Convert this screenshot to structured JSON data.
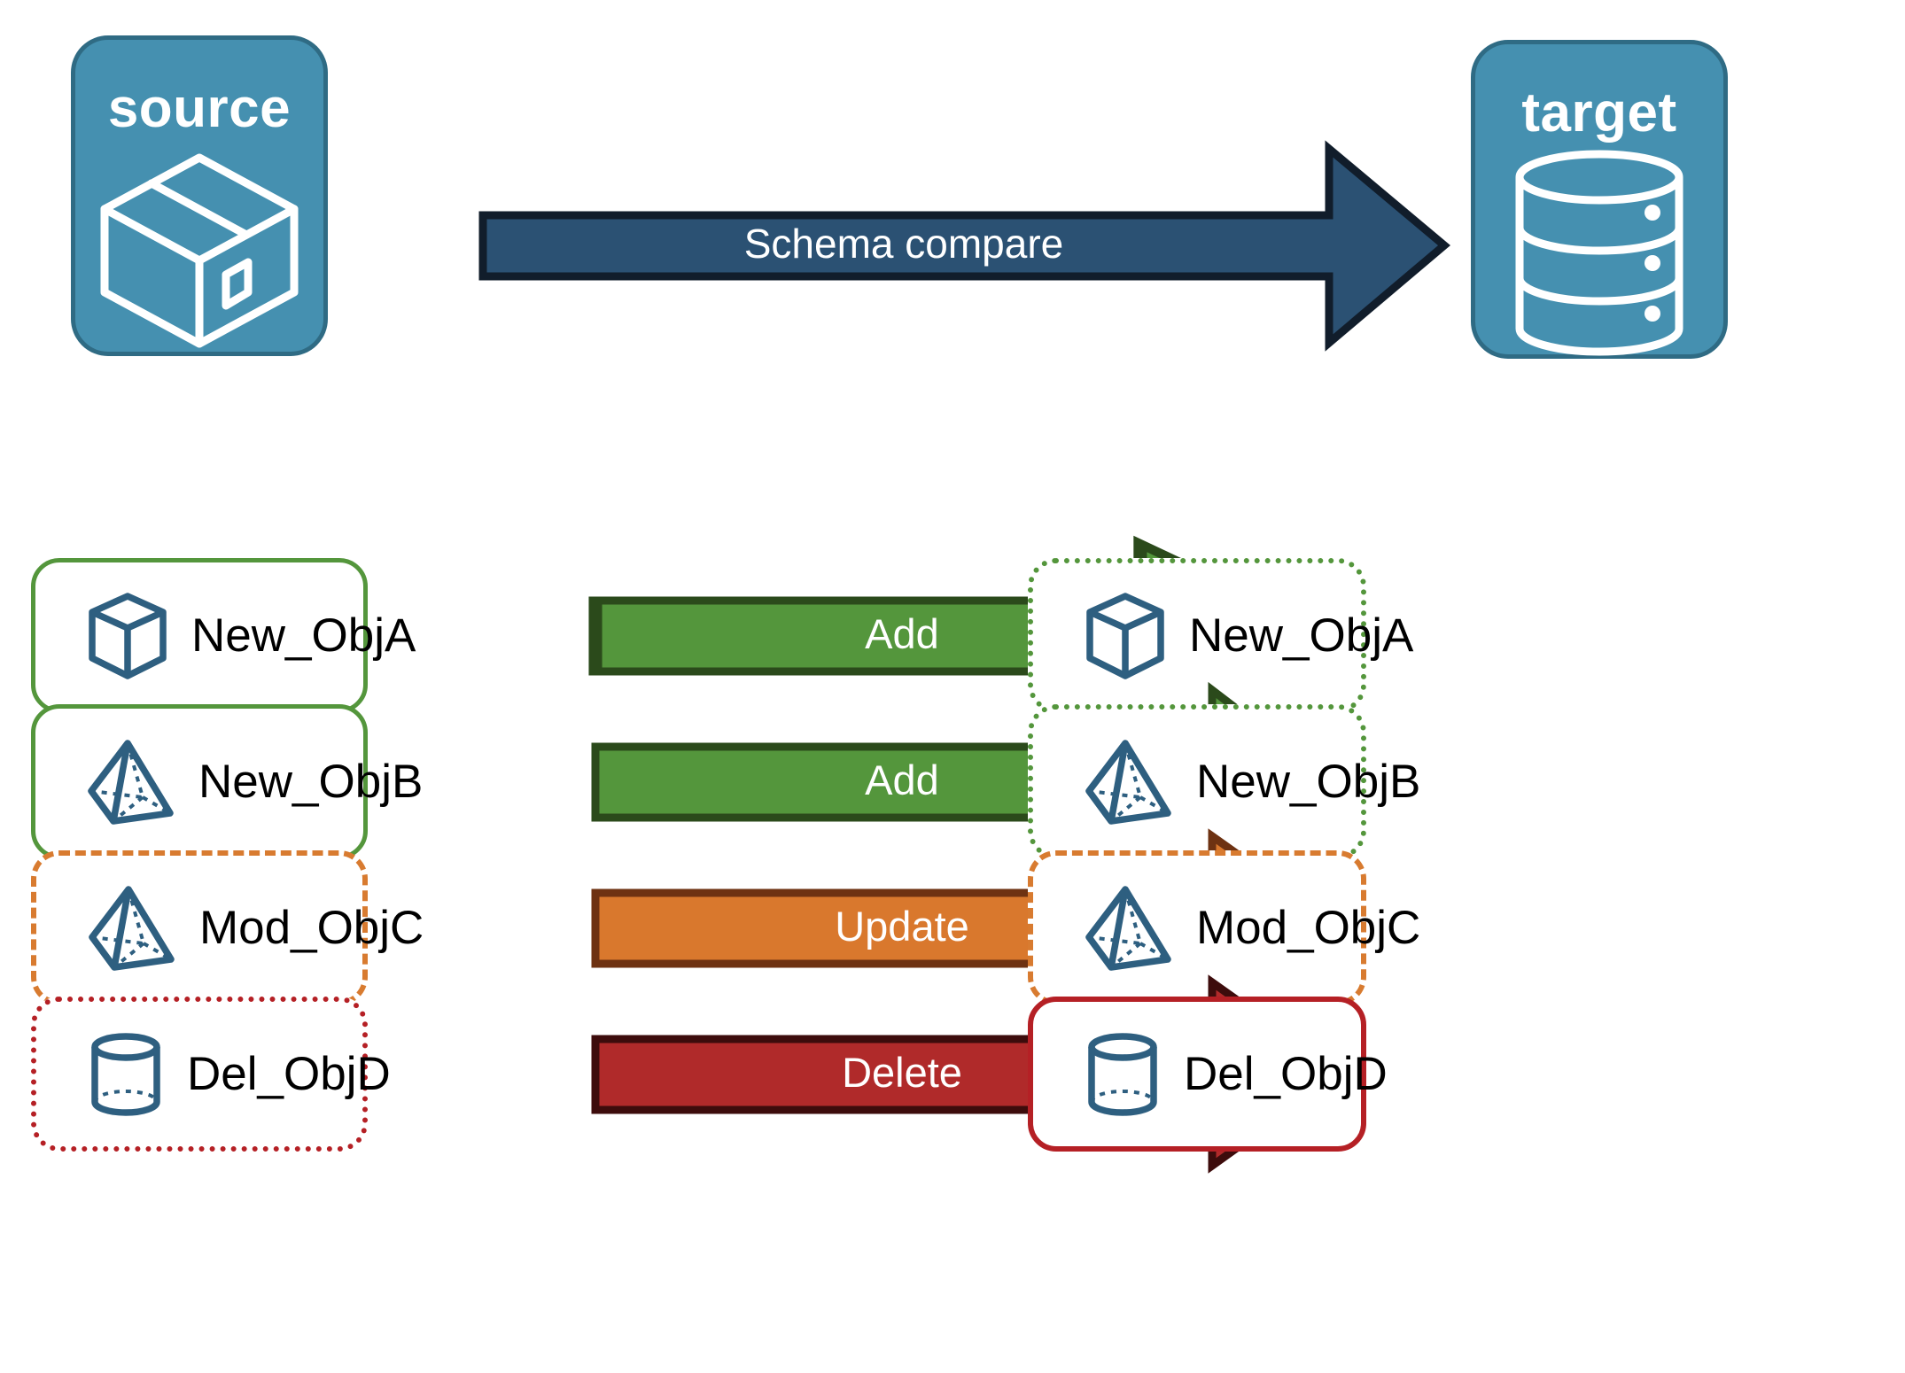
{
  "diagram": {
    "title_hidden": "",
    "endpoints": [
      {
        "key": "source",
        "label": "source",
        "icon": "package-box-icon",
        "color": "#4590b0",
        "border_color": "#2f6b84"
      },
      {
        "key": "target",
        "label": "target",
        "icon": "database-cylinder-icon",
        "color": "#4590b0",
        "border_color": "#2f6b84"
      }
    ],
    "main_arrow": {
      "label": "Schema compare",
      "fill": "#2b5173",
      "stroke": "#111d2b",
      "direction": "left-to-right"
    },
    "rows": [
      {
        "action": "Add",
        "arrow_fill": "#54963c",
        "arrow_stroke": "#2b4a1b",
        "source": {
          "name": "New_ObjA",
          "icon": "wireframe-cube-icon",
          "border_style": "solid",
          "border_color": "#54963c"
        },
        "target": {
          "name": "New_ObjA",
          "icon": "wireframe-cube-icon",
          "border_style": "dotted",
          "border_color": "#54963c"
        }
      },
      {
        "action": "Add",
        "arrow_fill": "#54963c",
        "arrow_stroke": "#2b4a1b",
        "source": {
          "name": "New_ObjB",
          "icon": "wireframe-pyramid-icon",
          "border_style": "solid",
          "border_color": "#54963c"
        },
        "target": {
          "name": "New_ObjB",
          "icon": "wireframe-pyramid-icon",
          "border_style": "dotted",
          "border_color": "#54963c"
        }
      },
      {
        "action": "Update",
        "arrow_fill": "#d9782d",
        "arrow_stroke": "#6e3212",
        "source": {
          "name": "Mod_ObjC",
          "icon": "wireframe-pyramid-icon",
          "border_style": "dashed",
          "border_color": "#d87b30"
        },
        "target": {
          "name": "Mod_ObjC",
          "icon": "wireframe-pyramid-icon",
          "border_style": "dashed",
          "border_color": "#d87b30"
        }
      },
      {
        "action": "Delete",
        "arrow_fill": "#b02a2a",
        "arrow_stroke": "#3d0c0c",
        "source": {
          "name": "Del_ObjD",
          "icon": "wireframe-cylinder-icon",
          "border_style": "dotted",
          "border_color": "#b52025"
        },
        "target": {
          "name": "Del_ObjD",
          "icon": "wireframe-cylinder-icon",
          "border_style": "solid",
          "border_color": "#b52025"
        }
      }
    ],
    "palette": {
      "endpoint_blue": "#4590b0",
      "endpoint_border": "#2f6b84",
      "navy": "#2b5173",
      "green": "#54963c",
      "orange": "#d9782d",
      "red": "#b02a2a",
      "icon_blue": "#2e5f80"
    }
  }
}
